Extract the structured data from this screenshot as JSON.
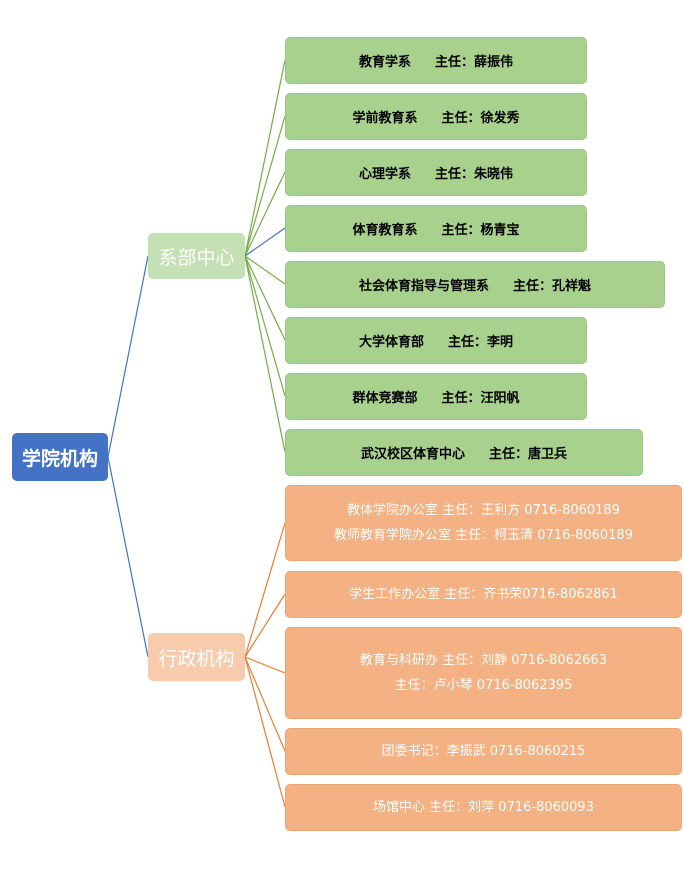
{
  "root": {
    "label": "学院机构"
  },
  "departments": {
    "label": "系部中心",
    "items": [
      {
        "name": "教育学系",
        "head": "主任：薛振伟"
      },
      {
        "name": "学前教育系",
        "head": "主任：徐发秀"
      },
      {
        "name": "心理学系",
        "head": "主任：朱晓伟"
      },
      {
        "name": "体育教育系",
        "head": "主任：杨青宝"
      },
      {
        "name": "社会体育指导与管理系",
        "head": "主任：孔祥魁"
      },
      {
        "name": "大学体育部",
        "head": "主任：李明"
      },
      {
        "name": "群体竞赛部",
        "head": "主任：汪阳帆"
      },
      {
        "name": "武汉校区体育中心",
        "head": "主任：唐卫兵"
      }
    ]
  },
  "administration": {
    "label": "行政机构",
    "items": [
      {
        "lines": [
          "教体学院办公室 主任：王利方 0716-8060189",
          "教师教育学院办公室 主任：柯玉清 0716-8060189"
        ]
      },
      {
        "lines": [
          "学生工作办公室 主任：齐书荣0716-8062861"
        ]
      },
      {
        "lines": [
          "教育与科研办 主任：刘静 0716-8062663",
          "主任：卢小琴 0716-8062395"
        ]
      },
      {
        "lines": [
          "团委书记：李振武 0716-8060215"
        ]
      },
      {
        "lines": [
          "场馆中心 主任：刘萍 0716-8060093"
        ]
      }
    ]
  },
  "colors": {
    "root": "#4472c4",
    "dept_mid": "#c5e0b4",
    "dept_leaf": "#a9d18e",
    "admin_mid": "#f8cbad",
    "admin_leaf": "#f4b183",
    "line_blue": "#4472c4",
    "line_green": "#70ad47",
    "line_orange": "#ed7d31"
  }
}
